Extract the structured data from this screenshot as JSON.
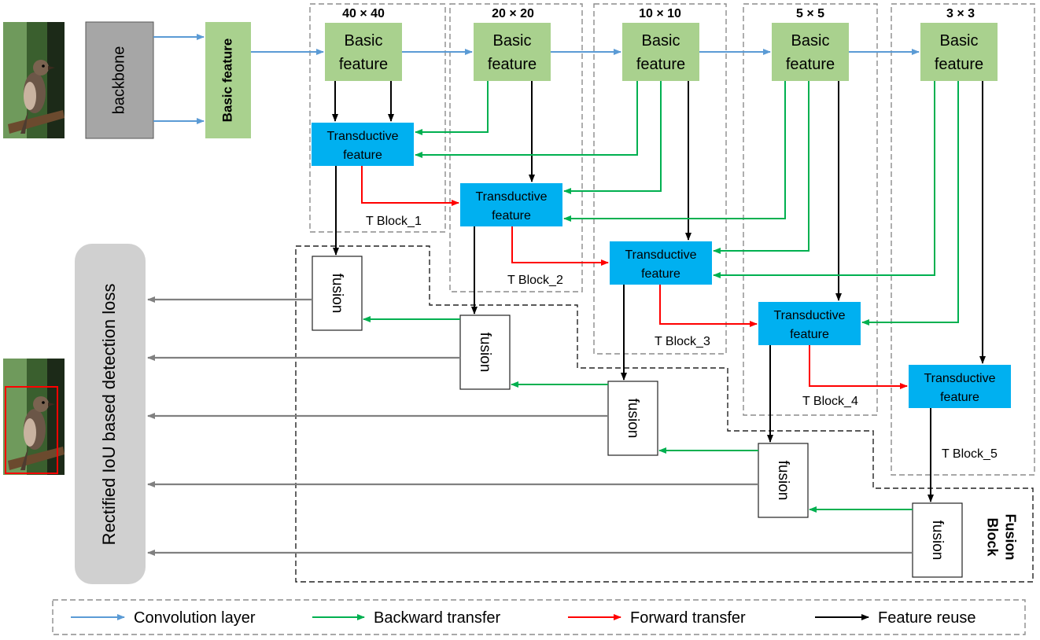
{
  "stages": [
    {
      "size": "40 × 40",
      "block": "T  Block_1"
    },
    {
      "size": "20 × 20",
      "block": "T  Block_2"
    },
    {
      "size": "10 × 10",
      "block": "T  Block_3"
    },
    {
      "size": "5 × 5",
      "block": "T  Block_4"
    },
    {
      "size": "3 × 3",
      "block": "T  Block_5"
    }
  ],
  "basic_feature_line1": "Basic",
  "basic_feature_line2": "feature",
  "transductive_line1": "Transductive",
  "transductive_line2": "feature",
  "backbone": "backbone",
  "basic_feature_vertical": "Basic feature",
  "fusion": "fusion",
  "loss": "Rectified IoU based detection loss",
  "fusion_block_line1": "Fusion",
  "fusion_block_line2": "Block",
  "colors": {
    "basic_feature": "#a9d18e",
    "transductive": "#00b0f0",
    "backbone": "#a6a6a6",
    "loss": "#d0d0d0",
    "convolution": "#5b9bd5",
    "backward": "#00b050",
    "forward": "#ff0000",
    "reuse": "#000000",
    "output": "#808080"
  },
  "legend": [
    {
      "label": "Convolution layer",
      "color": "#5b9bd5"
    },
    {
      "label": "Backward transfer",
      "color": "#00b050"
    },
    {
      "label": "Forward transfer",
      "color": "#ff0000"
    },
    {
      "label": "Feature reuse",
      "color": "#000000"
    }
  ],
  "images": [
    {
      "name": "bird-input-image",
      "icon": "bird-photo"
    },
    {
      "name": "bird-detection-image",
      "icon": "bird-photo-with-bounding-box"
    }
  ]
}
